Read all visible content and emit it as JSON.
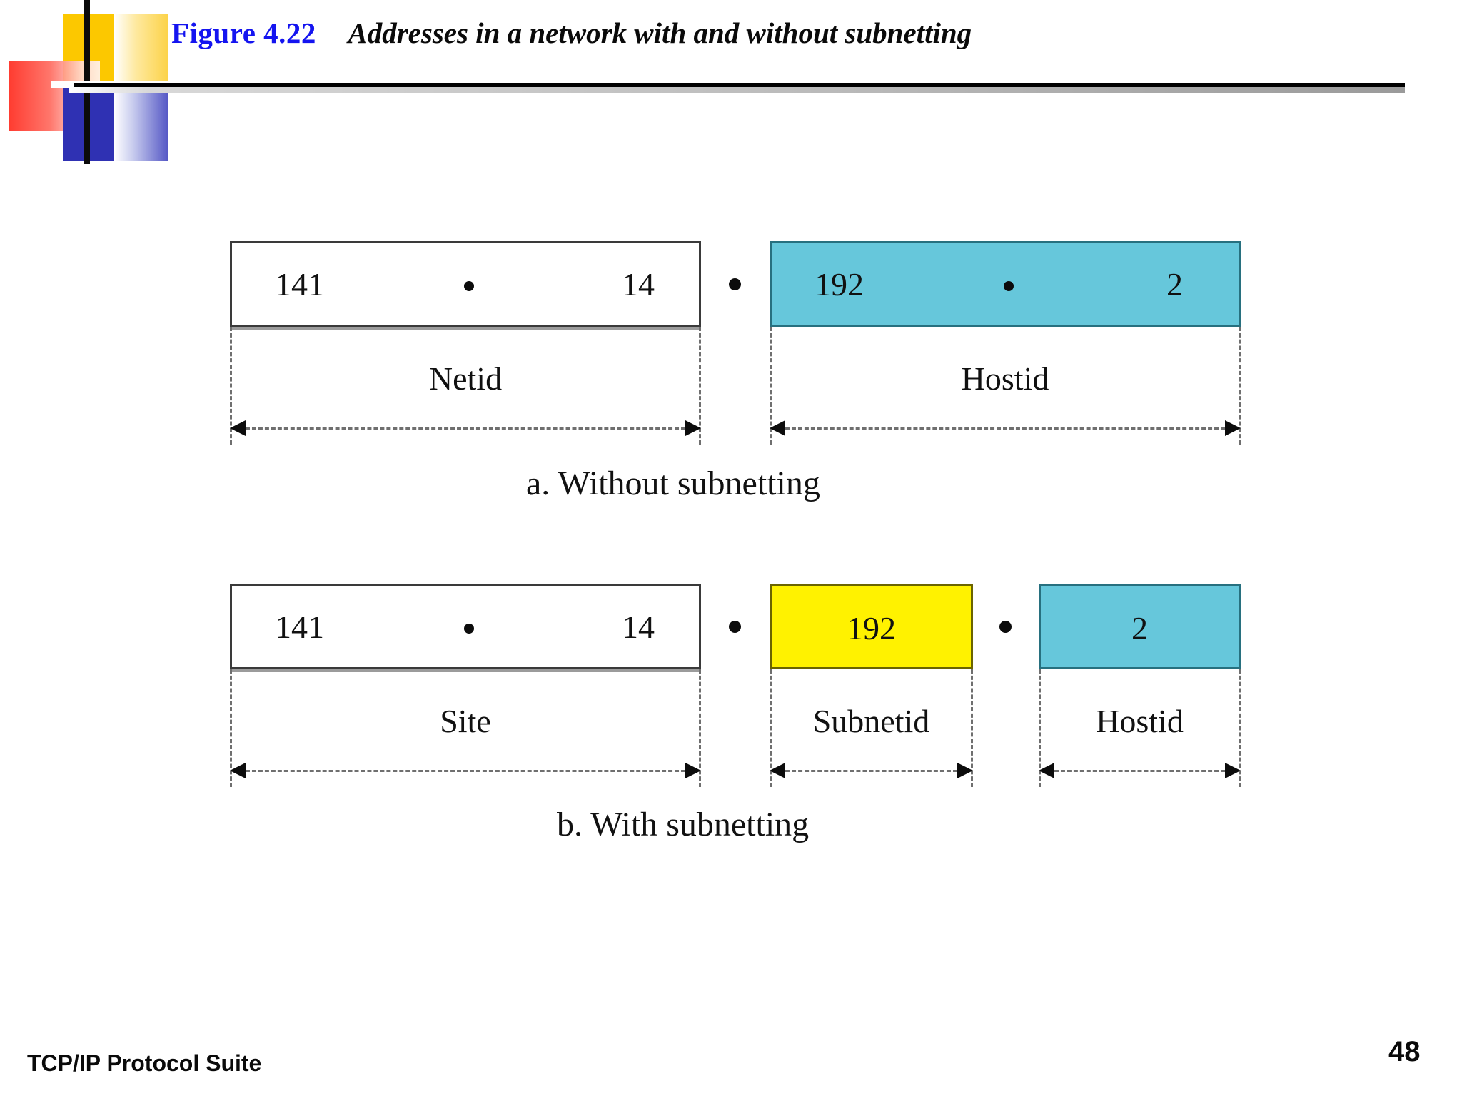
{
  "slide": {
    "figure_number": "Figure 4.22",
    "figure_title": "Addresses in a network with and without subnetting",
    "accent_blue": "#1414F0",
    "cyan": "#66C7DB",
    "yellow": "#FFF200"
  },
  "diagram_a": {
    "caption": "a. Without subnetting",
    "left_box": {
      "octet1": "141",
      "separator": "•",
      "octet2": "14",
      "fill": "#FFFFFF"
    },
    "separator_dot": "•",
    "right_box": {
      "octet1": "192",
      "separator": "•",
      "octet2": "2",
      "fill": "#66C7DB"
    },
    "left_label": "Netid",
    "right_label": "Hostid"
  },
  "diagram_b": {
    "caption": "b. With subnetting",
    "left_box": {
      "octet1": "141",
      "separator": "•",
      "octet2": "14",
      "fill": "#FFFFFF"
    },
    "separator_dot_1": "•",
    "mid_box": {
      "value": "192",
      "fill": "#FFF200"
    },
    "separator_dot_2": "•",
    "right_box": {
      "value": "2",
      "fill": "#66C7DB"
    },
    "left_label": "Site",
    "mid_label": "Subnetid",
    "right_label": "Hostid"
  },
  "footer": {
    "book_title": "TCP/IP Protocol Suite",
    "page_number": "48"
  }
}
